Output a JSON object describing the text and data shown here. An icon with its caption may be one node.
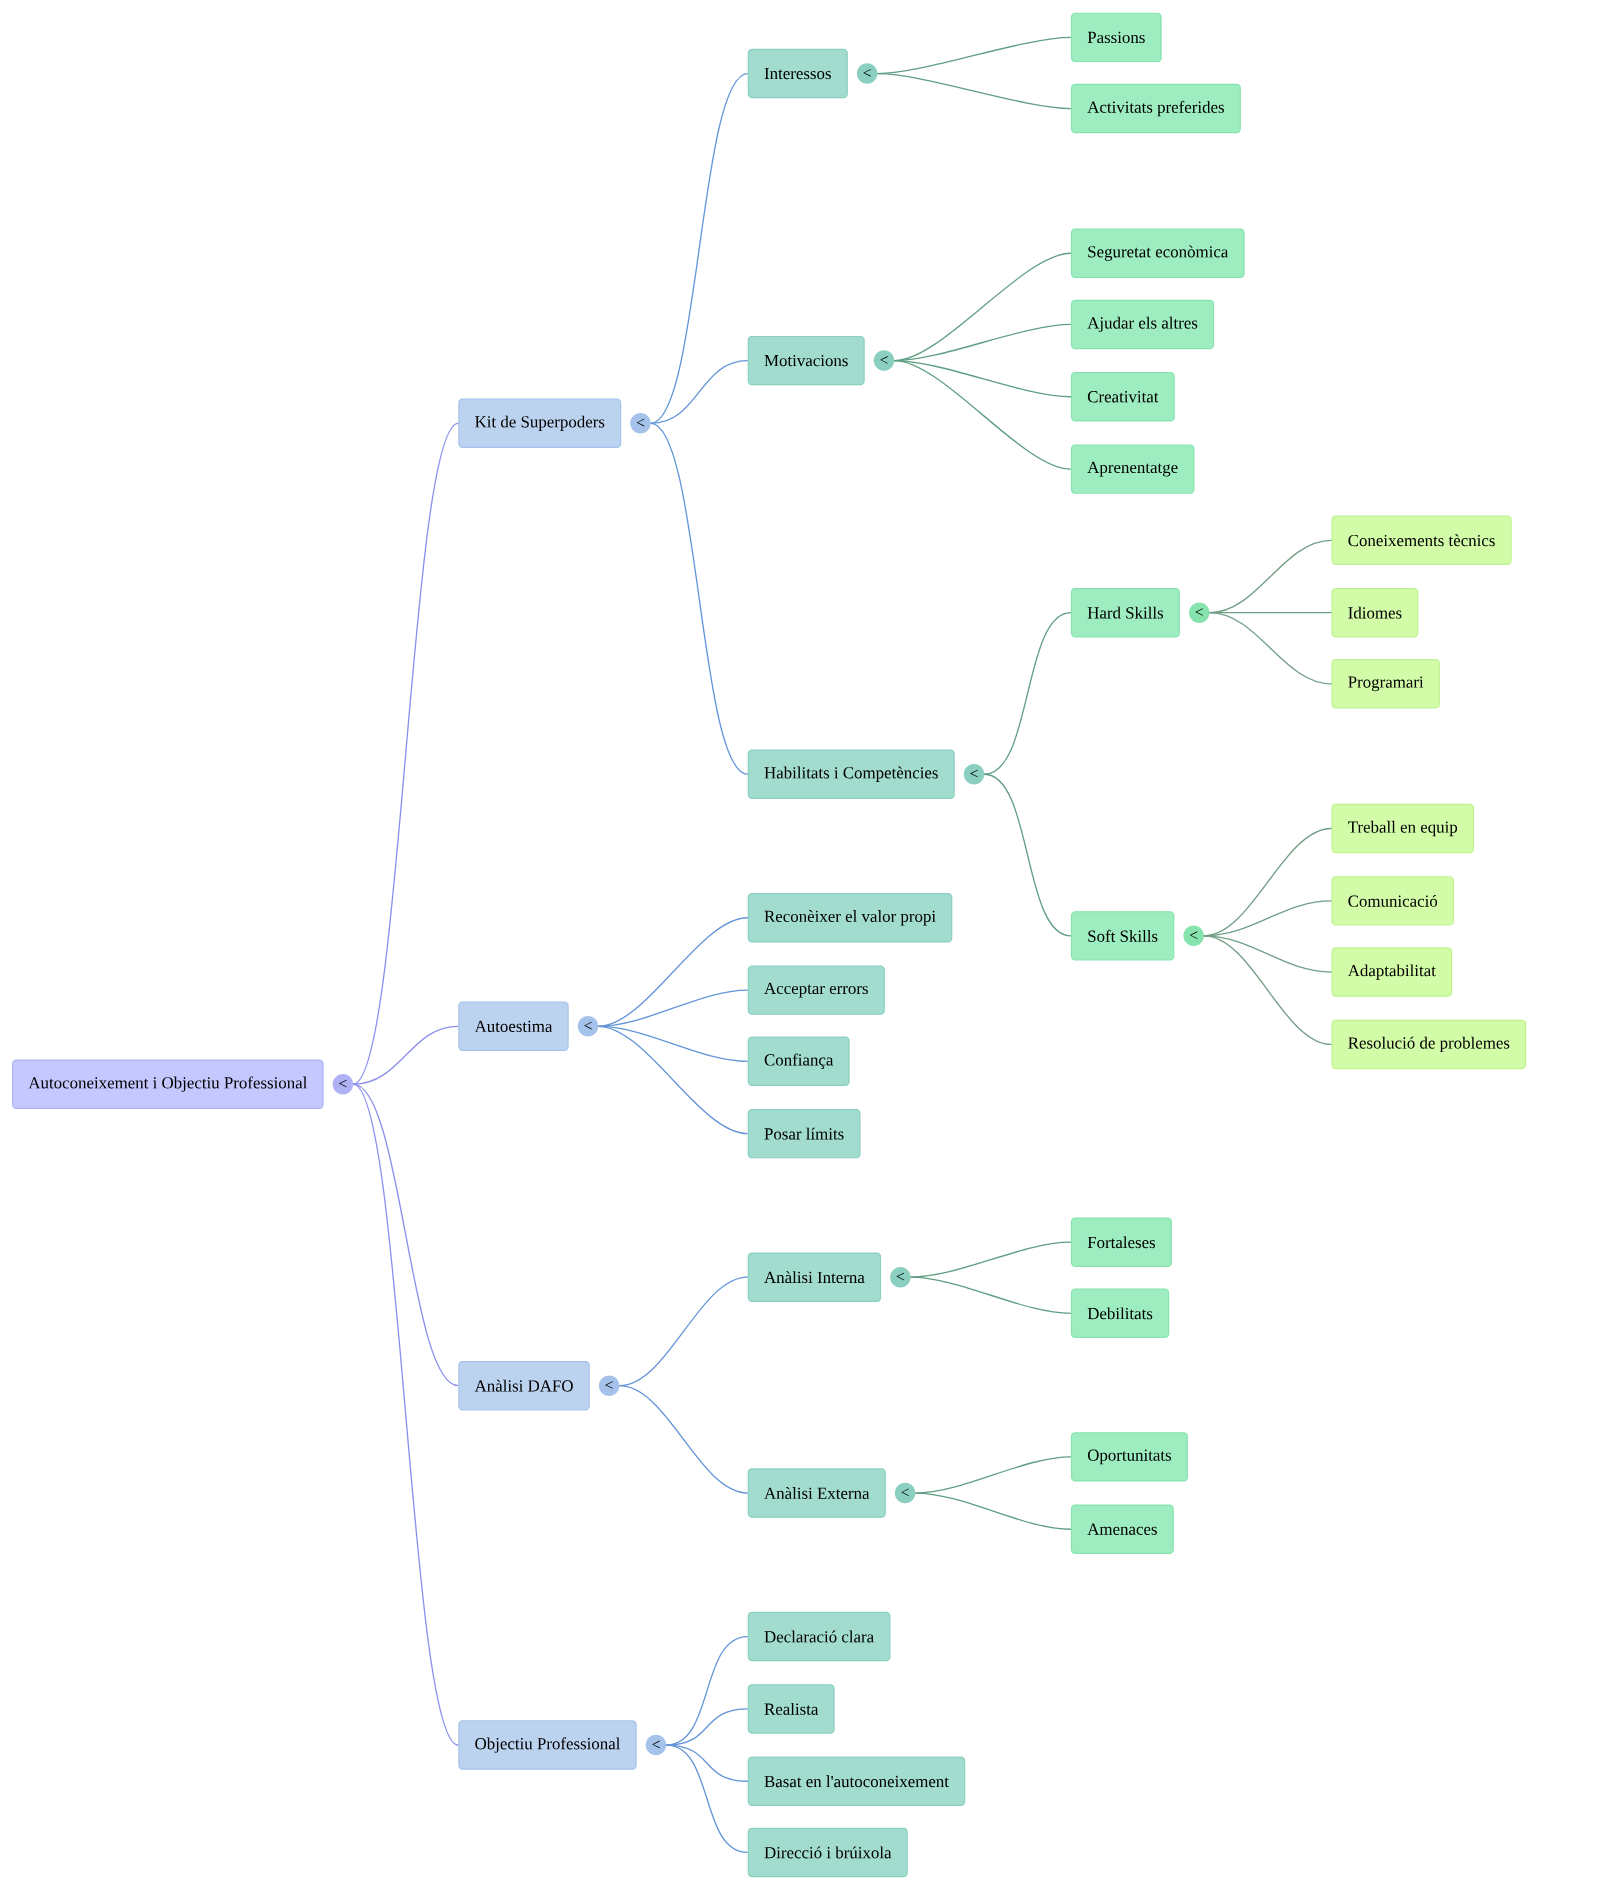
{
  "diagram": {
    "nodes": [
      {
        "text": [
          "Autoconeixement i Objectiu Professional"
        ],
        "beside": [
          "<"
        ]
      },
      {
        "text": [
          "Kit de Superpoders"
        ],
        "beside": [
          "<"
        ]
      },
      {
        "text": [
          "Interessos"
        ],
        "beside": [
          "<"
        ]
      },
      {
        "text": [
          "Passions"
        ]
      },
      {
        "text": [
          "Activitats preferides"
        ]
      },
      {
        "text": [
          "Motivacions"
        ],
        "beside": [
          "<"
        ]
      },
      {
        "text": [
          "Seguretat econòmica"
        ]
      },
      {
        "text": [
          "Ajudar els altres"
        ]
      },
      {
        "text": [
          "Creativitat"
        ]
      },
      {
        "text": [
          "Aprenentatge"
        ]
      },
      {
        "text": [
          "Habilitats i Competències"
        ],
        "beside": [
          "<"
        ]
      },
      {
        "text": [
          "Hard Skills"
        ],
        "beside": [
          "<"
        ]
      },
      {
        "text": [
          "Coneixements tècnics"
        ]
      },
      {
        "text": [
          "Idiomes"
        ]
      },
      {
        "text": [
          "Programari"
        ]
      },
      {
        "text": [
          "Soft Skills"
        ],
        "beside": [
          "<"
        ]
      },
      {
        "text": [
          "Treball en equip"
        ]
      },
      {
        "text": [
          "Comunicació"
        ]
      },
      {
        "text": [
          "Adaptabilitat"
        ]
      },
      {
        "text": [
          "Resolució de problemes"
        ]
      },
      {
        "text": [
          "Autoestima"
        ],
        "beside": [
          "<"
        ]
      },
      {
        "text": [
          "Reconèixer el valor propi"
        ]
      },
      {
        "text": [
          "Acceptar errors"
        ]
      },
      {
        "text": [
          "Confiança"
        ]
      },
      {
        "text": [
          "Posar límits"
        ]
      },
      {
        "text": [
          "Anàlisi DAFO"
        ],
        "beside": [
          "<"
        ]
      },
      {
        "text": [
          "Anàlisi Interna"
        ],
        "beside": [
          "<"
        ]
      },
      {
        "text": [
          "Fortaleses"
        ]
      },
      {
        "text": [
          "Debilitats"
        ]
      },
      {
        "text": [
          "Anàlisi Externa"
        ],
        "beside": [
          "<"
        ]
      },
      {
        "text": [
          "Oportunitats"
        ]
      },
      {
        "text": [
          "Amenaces"
        ]
      },
      {
        "text": [
          "Objectiu Professional"
        ],
        "beside": [
          "<"
        ]
      },
      {
        "text": [
          "Declaració clara"
        ]
      },
      {
        "text": [
          "Realista"
        ]
      },
      {
        "text": [
          "Basat en l'autoconeixement"
        ]
      },
      {
        "text": [
          "Direcció i brúixola"
        ]
      }
    ],
    "edges": [
      {
        "from": 0,
        "to": 1,
        "arrow": "none",
        "color": "#8b90ee"
      },
      {
        "from": 0,
        "to": 20,
        "arrow": "none",
        "color": "#8b90ee"
      },
      {
        "from": 0,
        "to": 25,
        "arrow": "none",
        "color": "#8b90ee"
      },
      {
        "from": 0,
        "to": 32,
        "arrow": "none",
        "color": "#8b90ee"
      },
      {
        "from": 1,
        "to": 2,
        "arrow": "none",
        "color": "#6395d8"
      },
      {
        "from": 1,
        "to": 5,
        "arrow": "none",
        "color": "#6395d8"
      },
      {
        "from": 1,
        "to": 10,
        "arrow": "none",
        "color": "#6395d8"
      },
      {
        "from": 2,
        "to": 3,
        "arrow": "none",
        "color": "#5f9e82"
      },
      {
        "from": 2,
        "to": 4,
        "arrow": "none",
        "color": "#5f9e82"
      },
      {
        "from": 5,
        "to": 6,
        "arrow": "none",
        "color": "#5f9e82"
      },
      {
        "from": 5,
        "to": 7,
        "arrow": "none",
        "color": "#5f9e82"
      },
      {
        "from": 5,
        "to": 8,
        "arrow": "none",
        "color": "#5f9e82"
      },
      {
        "from": 5,
        "to": 9,
        "arrow": "none",
        "color": "#5f9e82"
      },
      {
        "from": 10,
        "to": 11,
        "arrow": "none",
        "color": "#5f9e82"
      },
      {
        "from": 10,
        "to": 15,
        "arrow": "none",
        "color": "#5f9e82"
      },
      {
        "from": 11,
        "to": 12,
        "arrow": "none",
        "color": "#729e86"
      },
      {
        "from": 11,
        "to": 13,
        "arrow": "none",
        "color": "#729e86"
      },
      {
        "from": 11,
        "to": 14,
        "arrow": "none",
        "color": "#729e86"
      },
      {
        "from": 15,
        "to": 16,
        "arrow": "none",
        "color": "#729e86"
      },
      {
        "from": 15,
        "to": 17,
        "arrow": "none",
        "color": "#729e86"
      },
      {
        "from": 15,
        "to": 18,
        "arrow": "none",
        "color": "#729e86"
      },
      {
        "from": 15,
        "to": 19,
        "arrow": "none",
        "color": "#729e86"
      },
      {
        "from": 20,
        "to": 21,
        "arrow": "none",
        "color": "#6395d8"
      },
      {
        "from": 20,
        "to": 22,
        "arrow": "none",
        "color": "#6395d8"
      },
      {
        "from": 20,
        "to": 23,
        "arrow": "none",
        "color": "#6395d8"
      },
      {
        "from": 20,
        "to": 24,
        "arrow": "none",
        "color": "#6395d8"
      },
      {
        "from": 25,
        "to": 26,
        "arrow": "none",
        "color": "#6395d8"
      },
      {
        "from": 25,
        "to": 29,
        "arrow": "none",
        "color": "#6395d8"
      },
      {
        "from": 26,
        "to": 27,
        "arrow": "none",
        "color": "#5f9e82"
      },
      {
        "from": 26,
        "to": 28,
        "arrow": "none",
        "color": "#5f9e82"
      },
      {
        "from": 29,
        "to": 30,
        "arrow": "none",
        "color": "#5f9e82"
      },
      {
        "from": 29,
        "to": 31,
        "arrow": "none",
        "color": "#5f9e82"
      },
      {
        "from": 32,
        "to": 33,
        "arrow": "none",
        "color": "#6395d8"
      },
      {
        "from": 32,
        "to": 34,
        "arrow": "none",
        "color": "#6395d8"
      },
      {
        "from": 32,
        "to": 35,
        "arrow": "none",
        "color": "#6395d8"
      },
      {
        "from": 32,
        "to": 36,
        "arrow": "none",
        "color": "#6395d8"
      }
    ]
  }
}
